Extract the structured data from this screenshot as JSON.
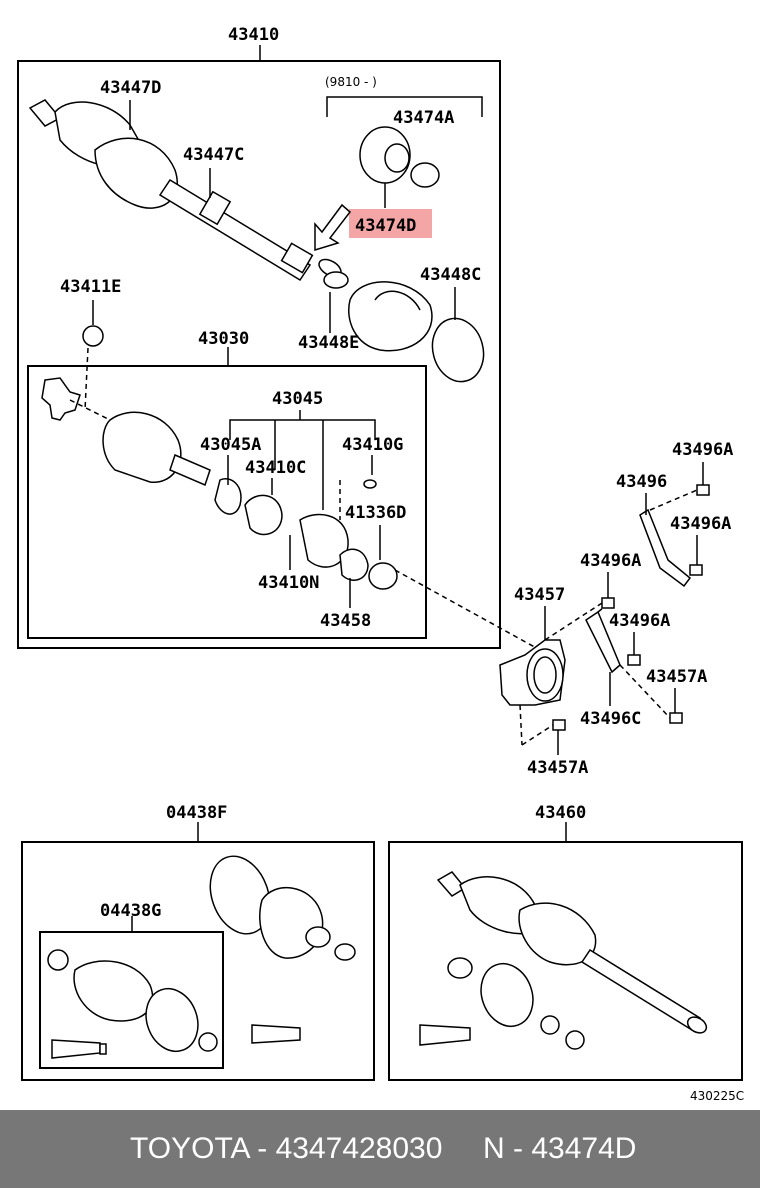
{
  "labels": {
    "assembly_main": "43410",
    "cv_boot_inner_d": "43447D",
    "cv_boot_inner_c": "43447C",
    "date_range": "(9810 -        )",
    "boot_a": "43474A",
    "boot_d": "43474D",
    "snap_ring_e": "43411E",
    "clamp_c": "43448C",
    "clamp_e": "43448E",
    "shaft_43030": "43030",
    "set_43045": "43045",
    "part_43045a": "43045A",
    "part_43410g": "43410G",
    "part_43410c": "43410C",
    "part_41336d": "41336D",
    "part_43410n": "43410N",
    "part_43458": "43458",
    "bracket_43457": "43457",
    "bolt_43457a_right": "43457A",
    "bolt_43457a_bottom": "43457A",
    "stay_43496": "43496",
    "bolt_43496a_top": "43496A",
    "bolt_43496a_mid": "43496A",
    "bolt_43496a_left": "43496A",
    "bolt_43496a_lower": "43496A",
    "bolt_43496c": "43496C",
    "kit_04438f": "04438F",
    "kit_04438g": "04438G",
    "shaft_43460": "43460",
    "diagram_code": "430225C"
  },
  "highlight_color": "#f4a6a6",
  "footer": {
    "left": "TOYOTA - 4347428030",
    "right": "N - 43474D"
  }
}
